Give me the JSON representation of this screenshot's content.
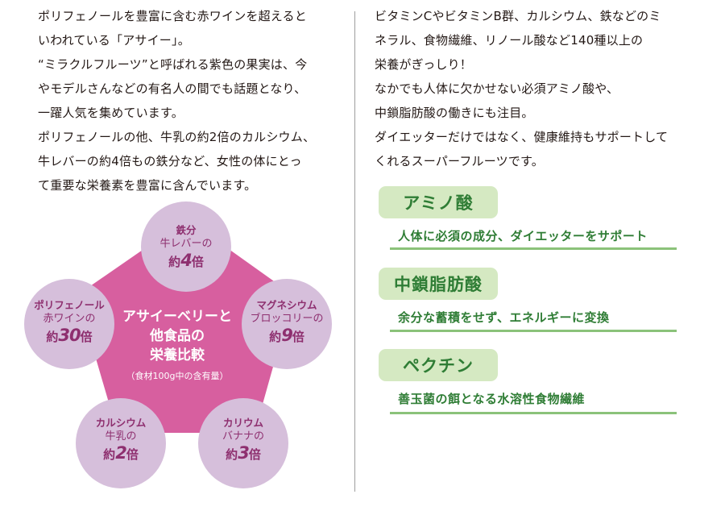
{
  "left_text": [
    "ポリフェノールを豊富に含む赤ワインを超えると",
    "いわれている「アサイー」。",
    "“ミラクルフルーツ”と呼ばれる紫色の果実は、今",
    "やモデルさんなどの有名人の間でも話題となり、",
    "一躍人気を集めています。",
    "ポリフェノールの他、牛乳の約2倍のカルシウム、",
    "牛レバーの約4倍もの鉄分など、女性の体にとっ",
    "て重要な栄養素を豊富に含んでいます。"
  ],
  "right_text": [
    "ビタミンCやビタミンB群、カルシウム、鉄などのミ",
    "ネラル、食物繊維、リノール酸など140種以上の",
    "栄養がぎっしり！",
    "なかでも人体に欠かせない必須アミノ酸や、",
    "中鎖脂肪酸の働きにも注目。",
    "ダイエッターだけではなく、健康維持もサポートして",
    "くれるスーパーフルーツです。"
  ],
  "diagram": {
    "center_title": [
      "アサイーベリーと",
      "他食品の",
      "栄養比較"
    ],
    "center_note": "（食材100g中の含有量）",
    "nutrients": [
      {
        "name": "鉄分",
        "source": "牛レバーの",
        "prefix": "約",
        "multiple": "4",
        "suffix": "倍"
      },
      {
        "name": "ポリフェノール",
        "source": "赤ワインの",
        "prefix": "約",
        "multiple": "30",
        "suffix": "倍"
      },
      {
        "name": "マグネシウム",
        "source": "ブロッコリーの",
        "prefix": "約",
        "multiple": "9",
        "suffix": "倍"
      },
      {
        "name": "カルシウム",
        "source": "牛乳の",
        "prefix": "約",
        "multiple": "2",
        "suffix": "倍"
      },
      {
        "name": "カリウム",
        "source": "バナナの",
        "prefix": "約",
        "multiple": "3",
        "suffix": "倍"
      }
    ]
  },
  "features": [
    {
      "tag": "アミノ酸",
      "description": "人体に必須の成分、ダイエッターをサポート"
    },
    {
      "tag": "中鎖脂肪酸",
      "description": "余分な蓄積をせず、エネルギーに変換"
    },
    {
      "tag": "ペクチン",
      "description": "善玉菌の餌となる水溶性食物繊維"
    }
  ],
  "colors": {
    "pentagon": "#d75f9f",
    "circle": "#d6bfdb",
    "circle_text": "#8e2f6f",
    "tag_background": "#d5e9c2",
    "green_text": "#2f7d35",
    "rule": "#8bc27a"
  }
}
